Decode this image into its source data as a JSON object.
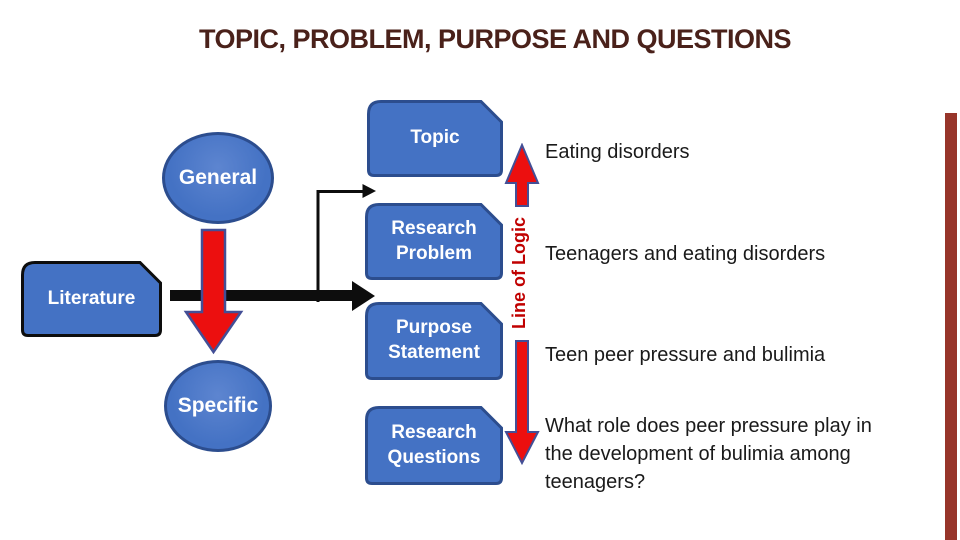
{
  "title": "TOPIC, PROBLEM, PURPOSE AND QUESTIONS",
  "diagram": {
    "general_label": "General",
    "specific_label": "Specific",
    "literature_label": "Literature",
    "line_of_logic_label": "Line of Logic",
    "boxes": [
      {
        "label": "Topic"
      },
      {
        "label": "Research Problem"
      },
      {
        "label": "Purpose Statement"
      },
      {
        "label": "Research Questions"
      }
    ]
  },
  "examples": [
    "Eating disorders",
    "Teenagers and eating disorders",
    "Teen peer pressure and bulimia",
    "What role does peer pressure play in the development of bulimia among teenagers?"
  ],
  "colors": {
    "title": "#4a211a",
    "shape_fill": "#4472c4",
    "shape_border": "#2c4d8e",
    "literature_border": "#0d0d0d",
    "arrow_red": "#ec0f0f",
    "arrow_border": "#434f96",
    "logic_text": "#c00000",
    "connector_black": "#0d0d0d",
    "body_text": "#1a1a1a",
    "right_bar": "#97352a"
  }
}
